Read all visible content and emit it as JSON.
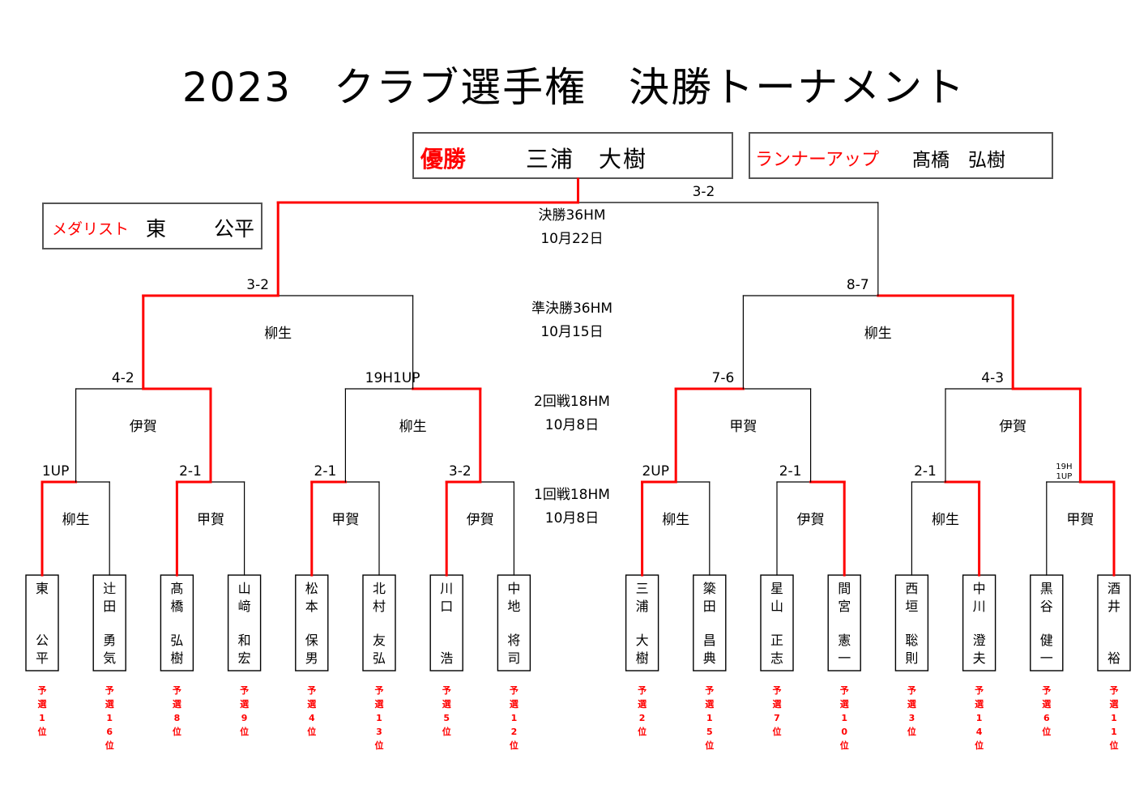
{
  "title": "2023　クラブ選手権　決勝トーナメント",
  "winner": {
    "label": "優勝",
    "name": "三浦　大樹"
  },
  "runnerup": {
    "label": "ランナーアップ",
    "name": "髙橋　弘樹"
  },
  "medalist": {
    "label": "メダリスト",
    "family": "東",
    "given": "公平"
  },
  "rounds": [
    {
      "name": "決勝36HM",
      "date": "10月22日"
    },
    {
      "name": "準決勝36HM",
      "date": "10月15日"
    },
    {
      "name": "2回戦18HM",
      "date": "10月8日"
    },
    {
      "name": "1回戦18HM",
      "date": "10月8日"
    }
  ],
  "players": [
    {
      "surname": "東",
      "given": "公平",
      "qual": "予選1位"
    },
    {
      "surname": "辻田",
      "given": "勇気",
      "qual": "予選16位"
    },
    {
      "surname": "髙橋",
      "given": "弘樹",
      "qual": "予選8位"
    },
    {
      "surname": "山﨑",
      "given": "和宏",
      "qual": "予選9位"
    },
    {
      "surname": "松本",
      "given": "保男",
      "qual": "予選4位"
    },
    {
      "surname": "北村",
      "given": "友弘",
      "qual": "予選13位"
    },
    {
      "surname": "川口",
      "given": "浩",
      "qual": "予選5位"
    },
    {
      "surname": "中地",
      "given": "将司",
      "qual": "予選12位"
    },
    {
      "surname": "三浦",
      "given": "大樹",
      "qual": "予選2位"
    },
    {
      "surname": "簗田",
      "given": "昌典",
      "qual": "予選15位"
    },
    {
      "surname": "星山",
      "given": "正志",
      "qual": "予選7位"
    },
    {
      "surname": "間宮",
      "given": "憲一",
      "qual": "予選10位"
    },
    {
      "surname": "西垣",
      "given": "聡則",
      "qual": "予選3位"
    },
    {
      "surname": "中川",
      "given": "澄夫",
      "qual": "予選14位"
    },
    {
      "surname": "黒谷",
      "given": "健一",
      "qual": "予選6位"
    },
    {
      "surname": "酒井",
      "given": "裕",
      "qual": "予選11位"
    }
  ],
  "matches": {
    "r1": [
      {
        "score": "1UP",
        "venue": "柳生",
        "winner": 0
      },
      {
        "score": "2-1",
        "venue": "甲賀",
        "winner": 0
      },
      {
        "score": "2-1",
        "venue": "甲賀",
        "winner": 0
      },
      {
        "score": "3-2",
        "venue": "伊賀",
        "winner": 0
      },
      {
        "score": "2UP",
        "venue": "柳生",
        "winner": 0
      },
      {
        "score": "2-1",
        "venue": "伊賀",
        "winner": 1
      },
      {
        "score": "2-1",
        "venue": "柳生",
        "winner": 1
      },
      {
        "score": "19H 1UP",
        "venue": "甲賀",
        "winner": 1
      }
    ],
    "r2": [
      {
        "score": "4-2",
        "venue": "伊賀",
        "winner": 1
      },
      {
        "score": "19H1UP",
        "venue": "柳生",
        "winner": 1
      },
      {
        "score": "7-6",
        "venue": "甲賀",
        "winner": 0
      },
      {
        "score": "4-3",
        "venue": "伊賀",
        "winner": 1
      }
    ],
    "sf": [
      {
        "score": "3-2",
        "venue": "柳生",
        "winner": 0
      },
      {
        "score": "8-7",
        "venue": "柳生",
        "winner": 1
      }
    ],
    "final": {
      "score": "3-2",
      "winner": 0
    }
  },
  "colors": {
    "winner_line": "#ff0000",
    "line": "#000000",
    "accent": "#ff0000"
  }
}
